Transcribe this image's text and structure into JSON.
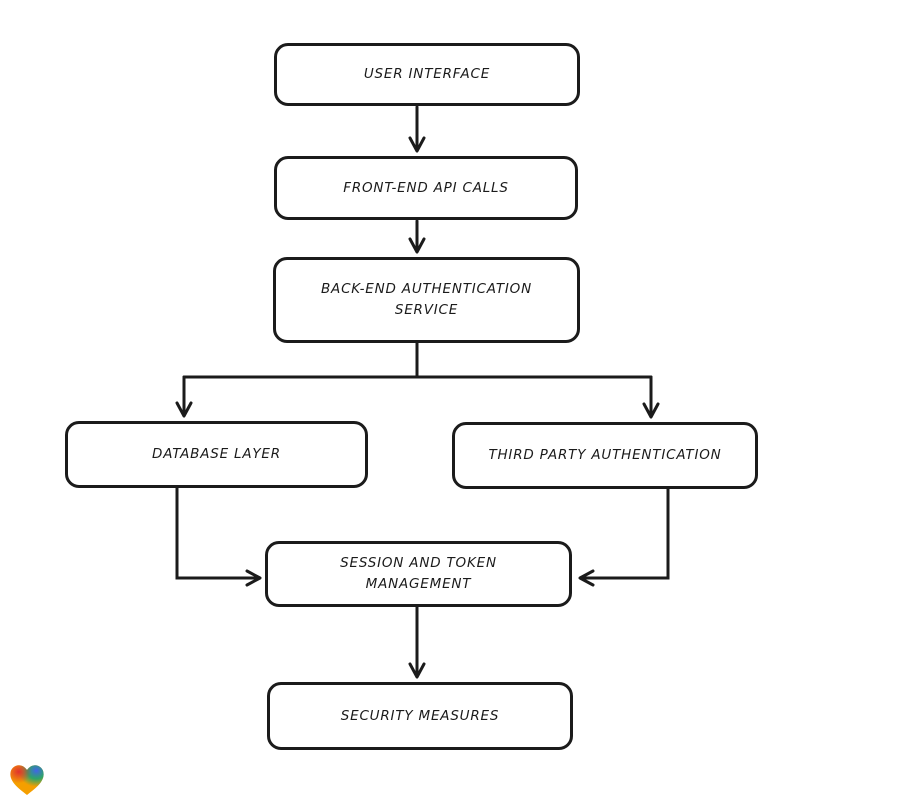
{
  "page": {
    "background": "#ffffff"
  },
  "diagram": {
    "type": "flowchart",
    "stroke_color": "#1b1b1b",
    "node_fill": "#ffffff",
    "nodes": [
      {
        "id": "user-interface",
        "label": "USER INTERFACE"
      },
      {
        "id": "front-end-api-calls",
        "label": "FRONT-END API CALLS"
      },
      {
        "id": "back-end-authentication-service",
        "label": "BACK-END AUTHENTICATION SERVICE"
      },
      {
        "id": "database-layer",
        "label": "DATABASE LAYER"
      },
      {
        "id": "third-party-authentication",
        "label": "THIRD PARTY AUTHENTICATION"
      },
      {
        "id": "session-and-token-management",
        "label": "SESSION AND TOKEN MANAGEMENT"
      },
      {
        "id": "security-measures",
        "label": "SECURITY MEASURES"
      }
    ],
    "edges": [
      {
        "from": "user-interface",
        "to": "front-end-api-calls"
      },
      {
        "from": "front-end-api-calls",
        "to": "back-end-authentication-service"
      },
      {
        "from": "back-end-authentication-service",
        "to": "database-layer"
      },
      {
        "from": "back-end-authentication-service",
        "to": "third-party-authentication"
      },
      {
        "from": "database-layer",
        "to": "session-and-token-management"
      },
      {
        "from": "third-party-authentication",
        "to": "session-and-token-management"
      },
      {
        "from": "session-and-token-management",
        "to": "security-measures"
      }
    ]
  },
  "logo": {
    "name": "gradient-heart",
    "colors": {
      "red": "#e03a2e",
      "orange": "#f59f00",
      "teal": "#0ca678",
      "blue": "#4263eb"
    }
  }
}
